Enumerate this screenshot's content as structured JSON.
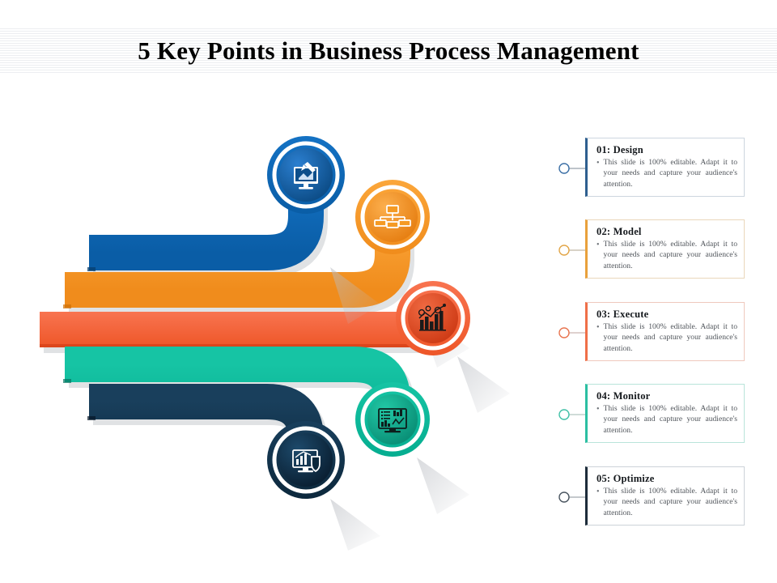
{
  "slide": {
    "title": "5 Key Points in Business Process Management",
    "background_color": "#ffffff",
    "header_stripe_color": "#eceef1"
  },
  "shared": {
    "bullet_glyph": "•",
    "body_text": "This slide is 100% editable. Adapt it to your needs and capture your audience's attention."
  },
  "steps": [
    {
      "number": "01",
      "label": "Design",
      "title": "01: Design",
      "color": "#0B63B0",
      "icon": "monitor-design-icon",
      "text": "This slide is 100% editable. Adapt it to your needs and capture your audience's attention."
    },
    {
      "number": "02",
      "label": "Model",
      "title": "02: Model",
      "color": "#F89A2C",
      "icon": "hierarchy-chart-icon",
      "text": "This slide is 100% editable. Adapt it to your needs and capture your audience's attention."
    },
    {
      "number": "03",
      "label": "Execute",
      "title": "03: Execute",
      "color": "#F4633A",
      "icon": "bar-chart-gears-icon",
      "text": "This slide is 100% editable. Adapt it to your needs and capture your audience's attention."
    },
    {
      "number": "04",
      "label": "Monitor",
      "title": "04: Monitor",
      "color": "#0DB89A",
      "icon": "dashboard-monitor-icon",
      "text": "This slide is 100% editable. Adapt it to your needs and capture your audience's attention."
    },
    {
      "number": "05",
      "label": "Optimize",
      "title": "05: Optimize",
      "color": "#10314A",
      "icon": "presentation-shield-icon",
      "text": "This slide is 100% editable. Adapt it to your needs and capture your audience's attention."
    }
  ]
}
